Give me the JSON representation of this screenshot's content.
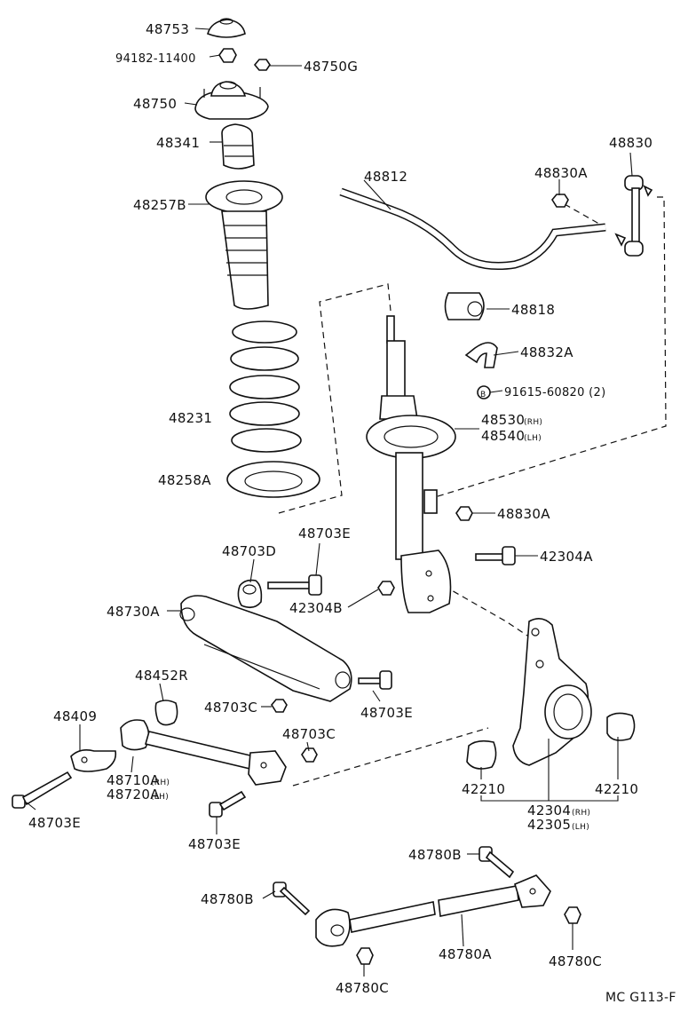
{
  "diagram_code": "MC G113-F",
  "callouts": {
    "p48753": "48753",
    "p9418211400": "94182-11400",
    "p48750G": "48750G",
    "p48750": "48750",
    "p48341": "48341",
    "p48257B": "48257B",
    "p48231": "48231",
    "p48258A": "48258A",
    "p48812": "48812",
    "p48830": "48830",
    "p48830A_top": "48830A",
    "p48818": "48818",
    "p48832A": "48832A",
    "p91615": "91615-60820 (2)",
    "p48530": "48530",
    "p48530_suffix": "(RH)",
    "p48540": "48540",
    "p48540_suffix": "(LH)",
    "p48830A_mid": "48830A",
    "p42304A": "42304A",
    "p48703D": "48703D",
    "p48703E_top": "48703E",
    "p42304B": "42304B",
    "p48730A": "48730A",
    "p48452R": "48452R",
    "p48703C_a": "48703C",
    "p48703E_mid": "48703E",
    "p48409": "48409",
    "p48703C_b": "48703C",
    "p48710A": "48710A",
    "p48710A_suffix": "(RH)",
    "p48720A": "48720A",
    "p48720A_suffix": "(LH)",
    "p48703E_left": "48703E",
    "p48703E_bottom": "48703E",
    "p42210_a": "42210",
    "p42210_b": "42210",
    "p42304": "42304",
    "p42304_suffix": "(RH)",
    "p42305": "42305",
    "p42305_suffix": "(LH)",
    "p48780B_a": "48780B",
    "p48780B_b": "48780B",
    "p48780A": "48780A",
    "p48780C_a": "48780C",
    "p48780C_b": "48780C",
    "bolt_mark": "B"
  }
}
